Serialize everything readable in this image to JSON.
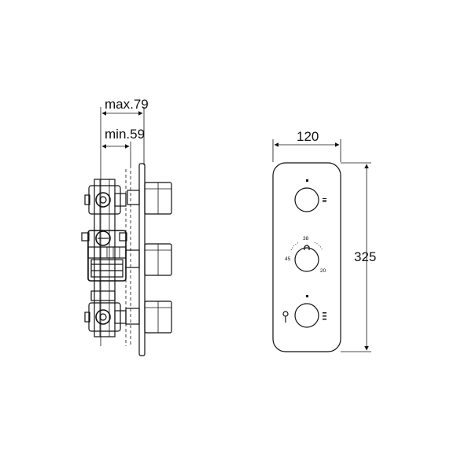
{
  "side_view": {
    "max_label": "max.79",
    "min_label": "min.59"
  },
  "front_view": {
    "width_label": "120",
    "height_label": "325",
    "temp_scale": {
      "t38": "38",
      "t45": "45",
      "t20": "20"
    }
  },
  "colors": {
    "line": "#111111",
    "background": "#ffffff"
  }
}
